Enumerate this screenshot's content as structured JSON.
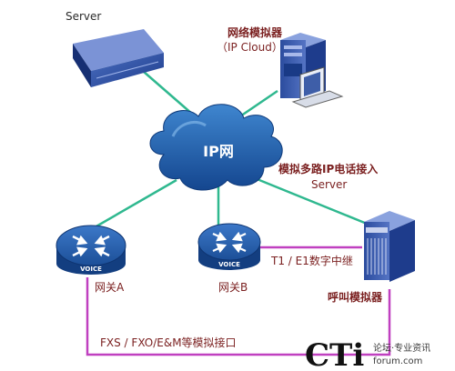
{
  "nodes": {
    "server": {
      "label": "Server"
    },
    "network_emulator": {
      "label_line1": "网络模拟器",
      "label_line2": "（IP Cloud）"
    },
    "cloud": {
      "label": "IP网"
    },
    "multi_ip_phone": {
      "label_line1": "模拟多路IP电话接入",
      "label_line2": "Server"
    },
    "gateway_a": {
      "badge": "VOICE",
      "label": "网关A"
    },
    "gateway_b": {
      "badge": "VOICE",
      "label": "网关B"
    },
    "call_simulator": {
      "label": "呼叫模拟器"
    }
  },
  "links": {
    "t1_e1": {
      "label": "T1 / E1数字中继"
    },
    "fxs": {
      "label": "FXS / FXO/E&M等模拟接口"
    }
  },
  "watermark": {
    "logo": "CTi",
    "line1": "论坛·专业资讯",
    "line2": "forum.com"
  },
  "colors": {
    "ip_link": "#2fb88f",
    "analog_link": "#c040c0",
    "router_blue": "#1c4f98",
    "cloud_blue": "#1d5da8"
  }
}
